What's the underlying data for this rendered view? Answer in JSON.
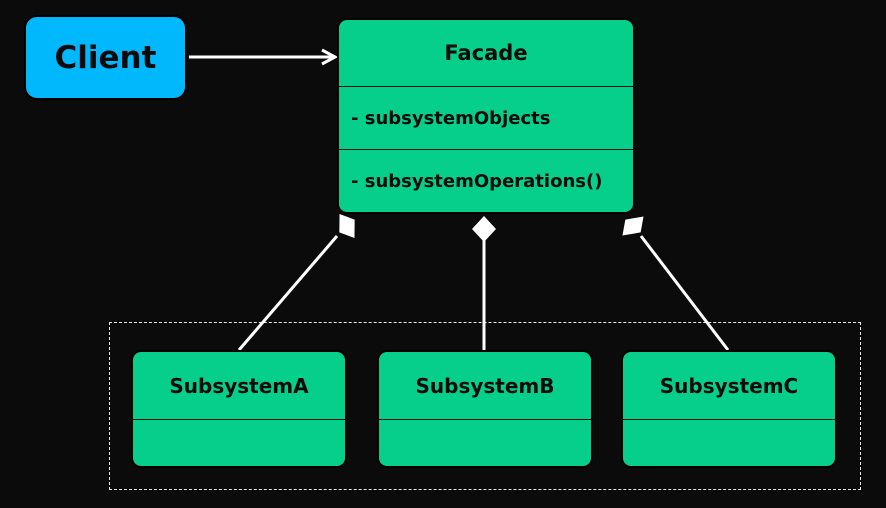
{
  "colors": {
    "background": "#0c0b0b",
    "client_fill": "#00b8fb",
    "class_fill": "#06cf8b",
    "line": "#ffffff"
  },
  "client": {
    "label": "Client"
  },
  "facade": {
    "name": "Facade",
    "attribute": "- subsystemObjects",
    "operation": "- subsystemOperations()"
  },
  "subsystems": [
    {
      "name": "SubsystemA"
    },
    {
      "name": "SubsystemB"
    },
    {
      "name": "SubsystemC"
    }
  ],
  "relations": [
    {
      "from": "Client",
      "to": "Facade",
      "type": "association-arrow"
    },
    {
      "from": "Facade",
      "to": "SubsystemA",
      "type": "composition"
    },
    {
      "from": "Facade",
      "to": "SubsystemB",
      "type": "composition"
    },
    {
      "from": "Facade",
      "to": "SubsystemC",
      "type": "composition"
    }
  ]
}
